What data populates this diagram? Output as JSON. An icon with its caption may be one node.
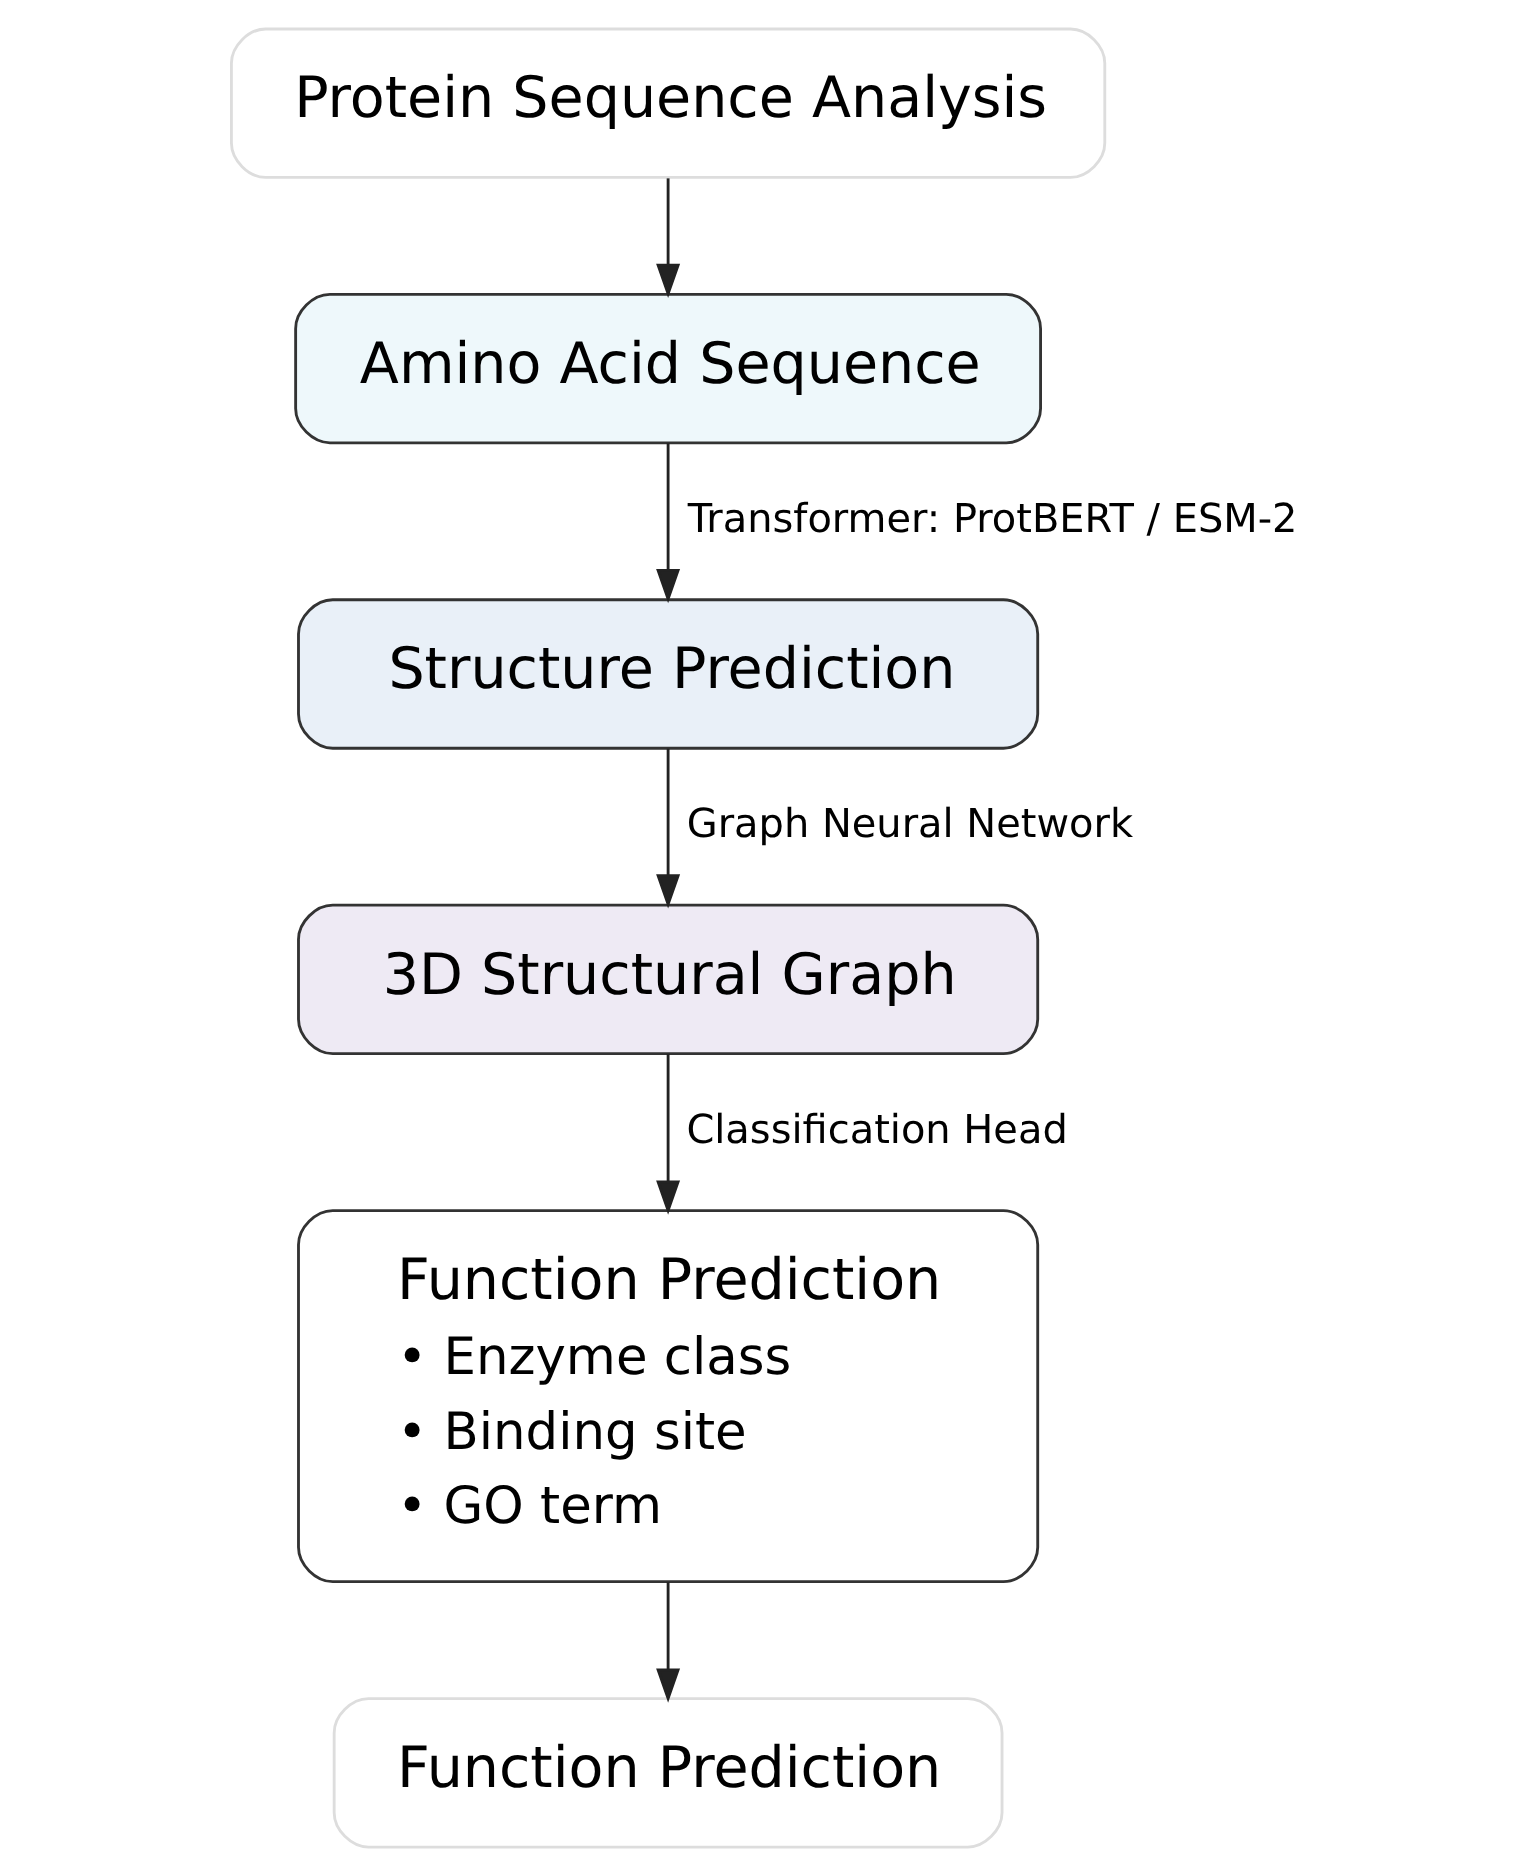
{
  "diagram": {
    "nodes": [
      {
        "text": [
          "Protein Sequence Analysis"
        ]
      },
      {
        "text": [
          "Amino Acid Sequence"
        ]
      },
      {
        "text": [
          "Structure Prediction"
        ]
      },
      {
        "text": [
          "3D Structural Graph"
        ]
      },
      {
        "text": [
          "Function Prediction",
          "• Enzyme class",
          "• Binding site",
          "• GO term"
        ]
      },
      {
        "text": [
          "Function Prediction"
        ]
      }
    ],
    "edges": [
      {
        "from": 0,
        "to": 1,
        "arrow": "to"
      },
      {
        "from": 1,
        "to": 2,
        "arrow": "to",
        "label": "Transformer: ProtBERT / ESM-2"
      },
      {
        "from": 2,
        "to": 3,
        "arrow": "to",
        "label": "Graph Neural Network"
      },
      {
        "from": 3,
        "to": 4,
        "arrow": "to",
        "label": "Classification Head"
      },
      {
        "from": 4,
        "to": 5,
        "arrow": "to"
      }
    ]
  }
}
